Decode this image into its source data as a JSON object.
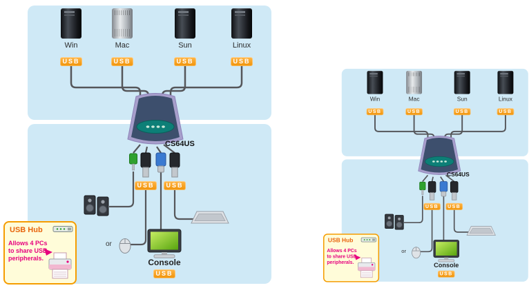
{
  "diagram": {
    "computers": [
      {
        "label": "Win"
      },
      {
        "label": "Mac"
      },
      {
        "label": "Sun"
      },
      {
        "label": "Linux"
      }
    ],
    "usb_badge_label": "USB",
    "device_label": "CS64US",
    "console_label": "Console",
    "or_label": "or",
    "callout": {
      "title": "USB Hub",
      "lines": [
        "Allows 4 PCs",
        "to share USB",
        "peripherals."
      ]
    },
    "colors": {
      "panel_blue": "#cfe9f6",
      "badge_orange": "#f7a21b",
      "callout_yellow": "#fffcd9",
      "callout_border_orange": "#f59c00",
      "callout_text_magenta": "#e6007e",
      "callout_title_orange": "#e8650d",
      "device_navy": "#3d4f6d",
      "device_lavender": "#a79ecb",
      "device_teal": "#0d7f77",
      "screen_green": "#7cc224",
      "cable_gray": "#55565a"
    }
  }
}
